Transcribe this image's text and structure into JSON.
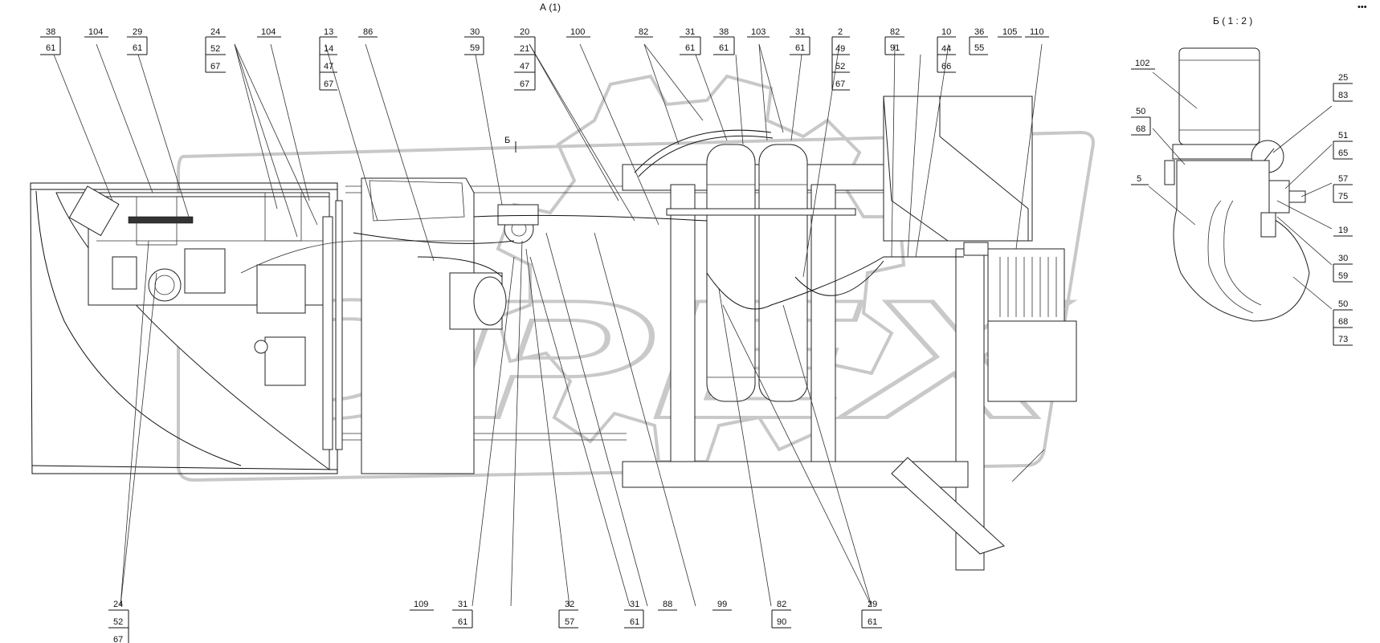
{
  "view_labels": {
    "main_view": "А (1)",
    "detail_view": "Б ( 1 : 2 )",
    "section_marker": "Б",
    "corner_mark": "•••"
  },
  "top_callouts": [
    {
      "id": "c38",
      "lines": [
        "38",
        "61"
      ]
    },
    {
      "id": "c104a",
      "lines": [
        "104"
      ]
    },
    {
      "id": "c29a",
      "lines": [
        "29",
        "61"
      ]
    },
    {
      "id": "c24a",
      "lines": [
        "24",
        "52",
        "67"
      ]
    },
    {
      "id": "c104b",
      "lines": [
        "104"
      ]
    },
    {
      "id": "c13",
      "lines": [
        "13",
        "14",
        "47",
        "67"
      ]
    },
    {
      "id": "c86",
      "lines": [
        "86"
      ]
    },
    {
      "id": "c30a",
      "lines": [
        "30",
        "59"
      ]
    },
    {
      "id": "c20",
      "lines": [
        "20",
        "21",
        "47",
        "67"
      ]
    },
    {
      "id": "c100",
      "lines": [
        "100"
      ]
    },
    {
      "id": "c82a",
      "lines": [
        "82"
      ]
    },
    {
      "id": "c31a",
      "lines": [
        "31",
        "61"
      ]
    },
    {
      "id": "c38b",
      "lines": [
        "38",
        "61"
      ]
    },
    {
      "id": "c103",
      "lines": [
        "103"
      ]
    },
    {
      "id": "c31b",
      "lines": [
        "31",
        "61"
      ]
    },
    {
      "id": "c2",
      "lines": [
        "2",
        "49",
        "52",
        "67"
      ]
    },
    {
      "id": "c82b",
      "lines": [
        "82",
        "91"
      ]
    },
    {
      "id": "c10",
      "lines": [
        "10",
        "44",
        "66"
      ]
    },
    {
      "id": "c36",
      "lines": [
        "36",
        "55"
      ]
    },
    {
      "id": "c105",
      "lines": [
        "105"
      ]
    },
    {
      "id": "c110",
      "lines": [
        "110"
      ]
    }
  ],
  "bottom_callouts": [
    {
      "id": "b24",
      "lines": [
        "24",
        "52",
        "67"
      ]
    },
    {
      "id": "b109",
      "lines": [
        "109"
      ]
    },
    {
      "id": "b31a",
      "lines": [
        "31",
        "61"
      ]
    },
    {
      "id": "b32",
      "lines": [
        "32",
        "57"
      ]
    },
    {
      "id": "b31b",
      "lines": [
        "31",
        "61"
      ]
    },
    {
      "id": "b88",
      "lines": [
        "88"
      ]
    },
    {
      "id": "b99",
      "lines": [
        "99"
      ]
    },
    {
      "id": "b82",
      "lines": [
        "82",
        "90"
      ]
    },
    {
      "id": "b29",
      "lines": [
        "29",
        "61"
      ]
    }
  ],
  "detail_callouts": [
    {
      "id": "d102",
      "lines": [
        "102"
      ]
    },
    {
      "id": "d50a",
      "lines": [
        "50",
        "68"
      ]
    },
    {
      "id": "d5",
      "lines": [
        "5"
      ]
    },
    {
      "id": "d25",
      "lines": [
        "25",
        "83"
      ]
    },
    {
      "id": "d51",
      "lines": [
        "51",
        "65"
      ]
    },
    {
      "id": "d57",
      "lines": [
        "57",
        "75"
      ]
    },
    {
      "id": "d19",
      "lines": [
        "19"
      ]
    },
    {
      "id": "d30",
      "lines": [
        "30",
        "59"
      ]
    },
    {
      "id": "d50b",
      "lines": [
        "50",
        "68",
        "73"
      ]
    }
  ],
  "watermark": "OPEX"
}
